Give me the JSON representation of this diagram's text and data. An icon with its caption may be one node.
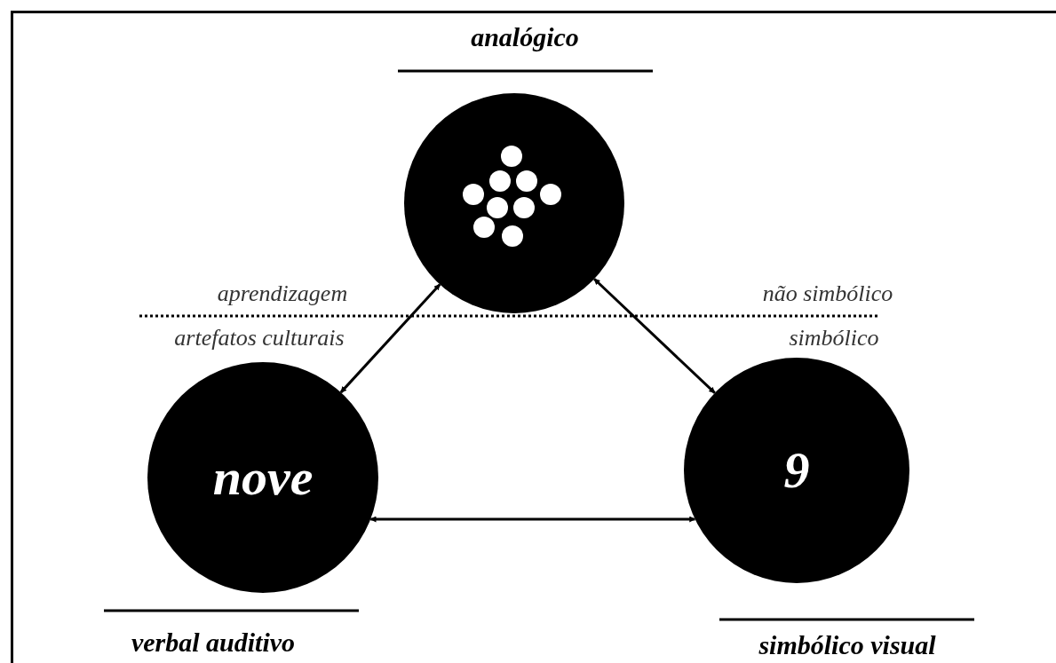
{
  "diagram": {
    "nodes": [
      {
        "text": [],
        "shape": "picture",
        "beside": [
          "analógico"
        ]
      },
      {
        "text": [
          "nove"
        ],
        "beside": [
          "verbal auditivo"
        ]
      },
      {
        "text": [
          "9"
        ],
        "beside": [
          "simbólico visual"
        ]
      }
    ],
    "edges": [
      {
        "from": 0,
        "to": 1,
        "arrow": "both"
      },
      {
        "from": 0,
        "to": 2,
        "arrow": "both"
      },
      {
        "from": 1,
        "to": 2,
        "arrow": "both"
      }
    ],
    "labels": [
      "aprendizagem",
      "artefatos culturais",
      "não simbólico",
      "simbólico"
    ]
  }
}
